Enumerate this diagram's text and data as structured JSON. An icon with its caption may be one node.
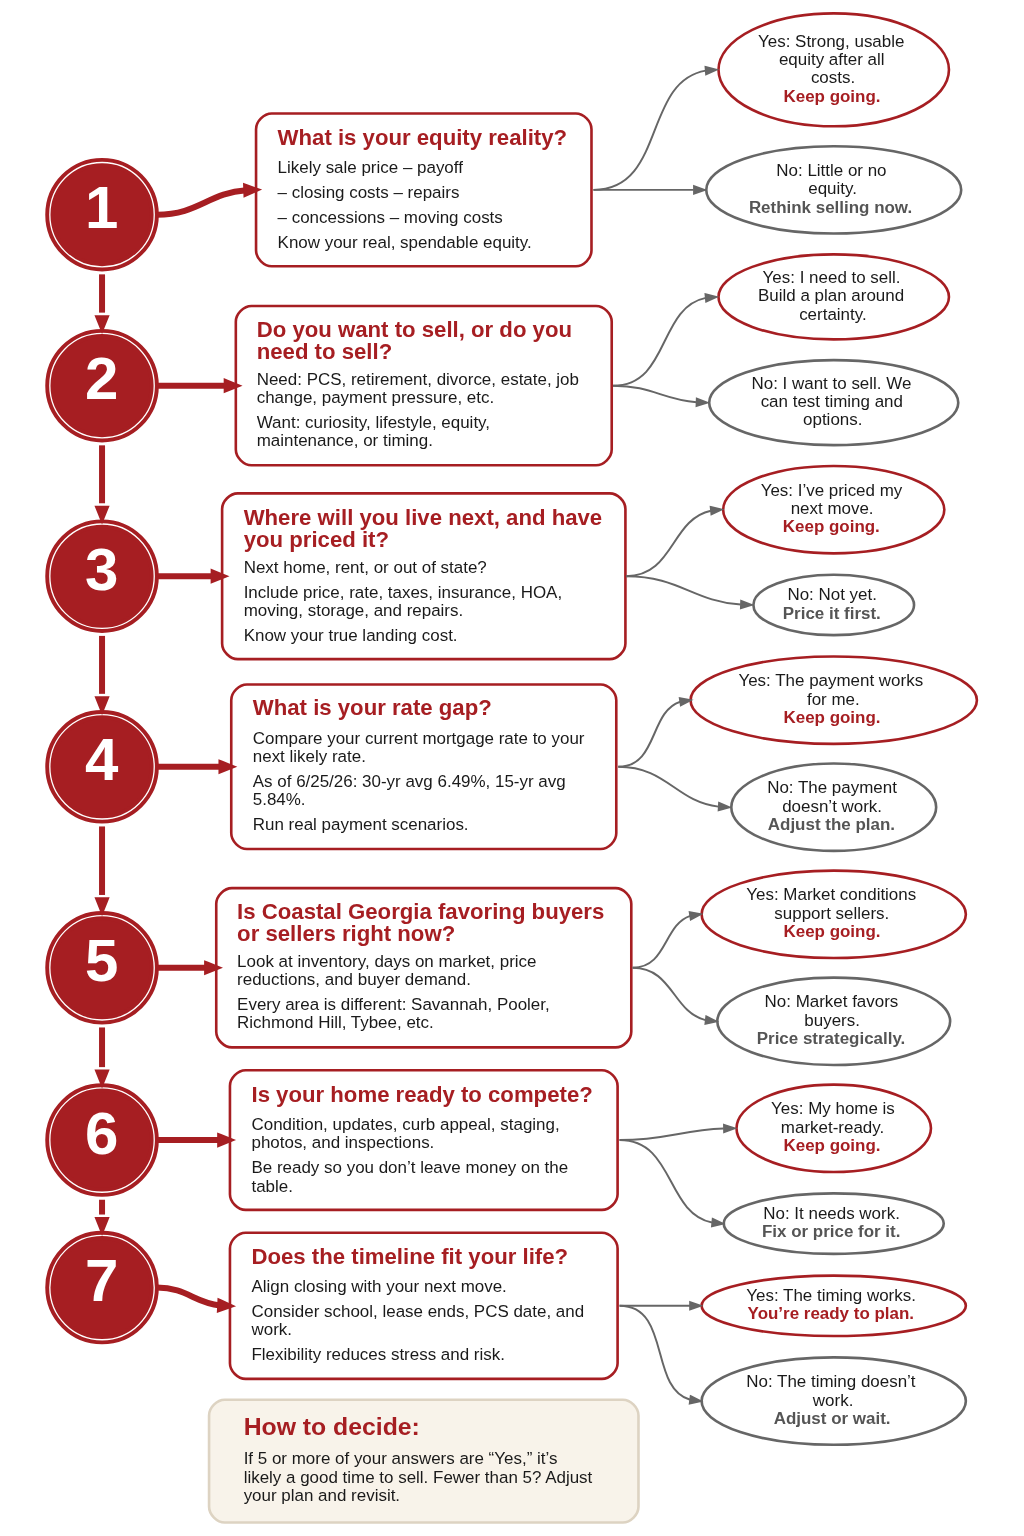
{
  "diagram": {
    "nodes": [
      {
        "text": [
          "1"
        ]
      },
      {
        "text": [
          "What is your equity reality?",
          "Likely sale price – payoff",
          "– closing costs – repairs",
          "– concessions – moving costs",
          "Know your real, spendable equity."
        ]
      },
      {
        "text": [
          "Yes: Strong, usable equity after all costs.",
          "Keep going."
        ]
      },
      {
        "text": [
          "No: Little or no equity.",
          "Rethink selling now."
        ]
      },
      {
        "text": [
          "2"
        ]
      },
      {
        "text": [
          "Do you want to sell, or do you need to sell?",
          "Need: PCS, retirement, divorce, estate, job change, payment pressure, etc.",
          "Want: curiosity, lifestyle, equity, maintenance, or timing."
        ]
      },
      {
        "text": [
          "Yes: I need to sell. Build a plan around certainty."
        ]
      },
      {
        "text": [
          "No: I want to sell. We can test timing and options."
        ]
      },
      {
        "text": [
          "3"
        ]
      },
      {
        "text": [
          "Where will you live next, and have you priced it?",
          "Next home, rent, or out of state?",
          "Include price, rate, taxes, insurance, HOA, moving, storage, and repairs.",
          "Know your true landing cost."
        ]
      },
      {
        "text": [
          "Yes: I’ve priced my next move.",
          "Keep going."
        ]
      },
      {
        "text": [
          "No: Not yet.",
          "Price it first."
        ]
      },
      {
        "text": [
          "4"
        ]
      },
      {
        "text": [
          "What is your rate gap?",
          "Compare your current mortgage rate to your next likely rate.",
          "As of 6/25/26: 30-yr avg 6.49%, 15-yr avg 5.84%.",
          "Run real payment scenarios."
        ]
      },
      {
        "text": [
          "Yes: The payment works for me.",
          "Keep going."
        ]
      },
      {
        "text": [
          "No: The payment doesn’t work.",
          "Adjust the plan."
        ]
      },
      {
        "text": [
          "5"
        ]
      },
      {
        "text": [
          "Is Coastal Georgia favoring buyers or sellers right now?",
          "Look at inventory, days on market, price reductions, and buyer demand.",
          "Every area is different: Savannah, Pooler, Richmond Hill, Tybee, etc."
        ]
      },
      {
        "text": [
          "Yes: Market conditions support sellers.",
          "Keep going."
        ]
      },
      {
        "text": [
          "No: Market favors buyers.",
          "Price strategically."
        ]
      },
      {
        "text": [
          "6"
        ]
      },
      {
        "text": [
          "Is your home ready to compete?",
          "Condition, updates, curb appeal, staging, photos, and inspections.",
          "Be ready so you don’t leave money on the table."
        ]
      },
      {
        "text": [
          "Yes: My home is market-ready.",
          "Keep going."
        ]
      },
      {
        "text": [
          "No: It needs work.",
          "Fix or price for it."
        ]
      },
      {
        "text": [
          "7"
        ]
      },
      {
        "text": [
          "Does the timeline fit your life?",
          "Align closing with your next move.",
          "Consider school, lease ends, PCS date, and work.",
          "Flexibility reduces stress and risk."
        ]
      },
      {
        "text": [
          "Yes: The timing works.",
          "You’re ready to plan."
        ]
      },
      {
        "text": [
          "No: The timing doesn’t work.",
          "Adjust or wait."
        ]
      },
      {
        "text": [
          "How to decide:",
          "If 5 or more of your answers are “Yes,” it’s likely a good time to sell. Fewer than 5? Adjust your plan and revisit."
        ]
      }
    ],
    "edges": [
      {
        "from": 0,
        "to": 1,
        "arrow": "to",
        "style": "thick",
        "color": "#a61e22"
      },
      {
        "from": 1,
        "to": 2,
        "arrow": "to"
      },
      {
        "from": 1,
        "to": 3,
        "arrow": "to"
      },
      {
        "from": 0,
        "to": 4,
        "arrow": "to",
        "style": "thick",
        "color": "#a61e22"
      },
      {
        "from": 4,
        "to": 5,
        "arrow": "to",
        "style": "thick",
        "color": "#a61e22"
      },
      {
        "from": 5,
        "to": 6,
        "arrow": "to"
      },
      {
        "from": 5,
        "to": 7,
        "arrow": "to"
      },
      {
        "from": 4,
        "to": 8,
        "arrow": "to",
        "style": "thick",
        "color": "#a61e22"
      },
      {
        "from": 8,
        "to": 9,
        "arrow": "to",
        "style": "thick",
        "color": "#a61e22"
      },
      {
        "from": 9,
        "to": 10,
        "arrow": "to"
      },
      {
        "from": 9,
        "to": 11,
        "arrow": "to"
      },
      {
        "from": 8,
        "to": 12,
        "arrow": "to",
        "style": "thick",
        "color": "#a61e22"
      },
      {
        "from": 12,
        "to": 13,
        "arrow": "to",
        "style": "thick",
        "color": "#a61e22"
      },
      {
        "from": 13,
        "to": 14,
        "arrow": "to"
      },
      {
        "from": 13,
        "to": 15,
        "arrow": "to"
      },
      {
        "from": 12,
        "to": 16,
        "arrow": "to",
        "style": "thick",
        "color": "#a61e22"
      },
      {
        "from": 16,
        "to": 17,
        "arrow": "to",
        "style": "thick",
        "color": "#a61e22"
      },
      {
        "from": 17,
        "to": 18,
        "arrow": "to"
      },
      {
        "from": 17,
        "to": 19,
        "arrow": "to"
      },
      {
        "from": 16,
        "to": 20,
        "arrow": "to",
        "style": "thick",
        "color": "#a61e22"
      },
      {
        "from": 20,
        "to": 21,
        "arrow": "to",
        "style": "thick",
        "color": "#a61e22"
      },
      {
        "from": 21,
        "to": 22,
        "arrow": "to"
      },
      {
        "from": 21,
        "to": 23,
        "arrow": "to"
      },
      {
        "from": 20,
        "to": 24,
        "arrow": "to",
        "style": "thick",
        "color": "#a61e22"
      },
      {
        "from": 24,
        "to": 25,
        "arrow": "to",
        "style": "thick",
        "color": "#a61e22"
      },
      {
        "from": 25,
        "to": 26,
        "arrow": "to"
      },
      {
        "from": 25,
        "to": 27,
        "arrow": "to"
      }
    ]
  }
}
